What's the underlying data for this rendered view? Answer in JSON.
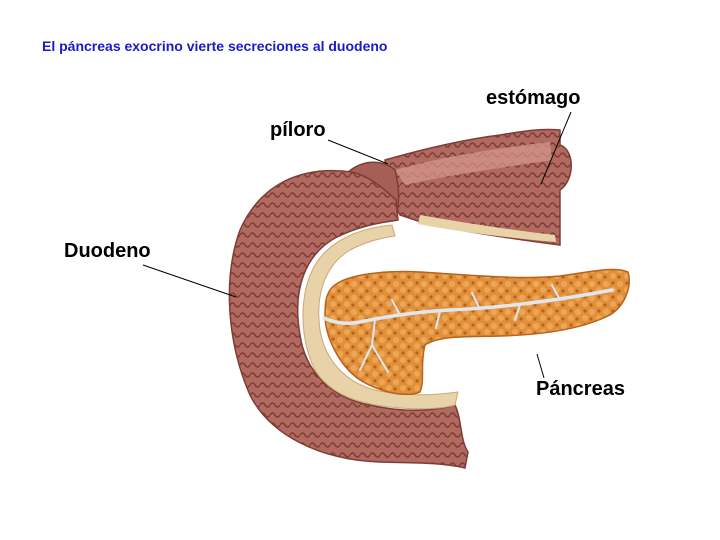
{
  "slide": {
    "title": "El páncreas exocrino vierte secreciones al duodeno"
  },
  "labels": {
    "estomago": "estómago",
    "piloro": "píloro",
    "duodeno": "Duodeno",
    "pancreas": "Páncreas"
  },
  "colors": {
    "title": "#1a1acc",
    "tissue": "#b06a60",
    "tissue_dark": "#7e3c36",
    "mucosa": "#d99a8e",
    "lumen": "#e8d3a8",
    "pancreas": "#e08f3a",
    "pancreas_dark": "#b8621c",
    "duct": "#dfe6ee"
  }
}
